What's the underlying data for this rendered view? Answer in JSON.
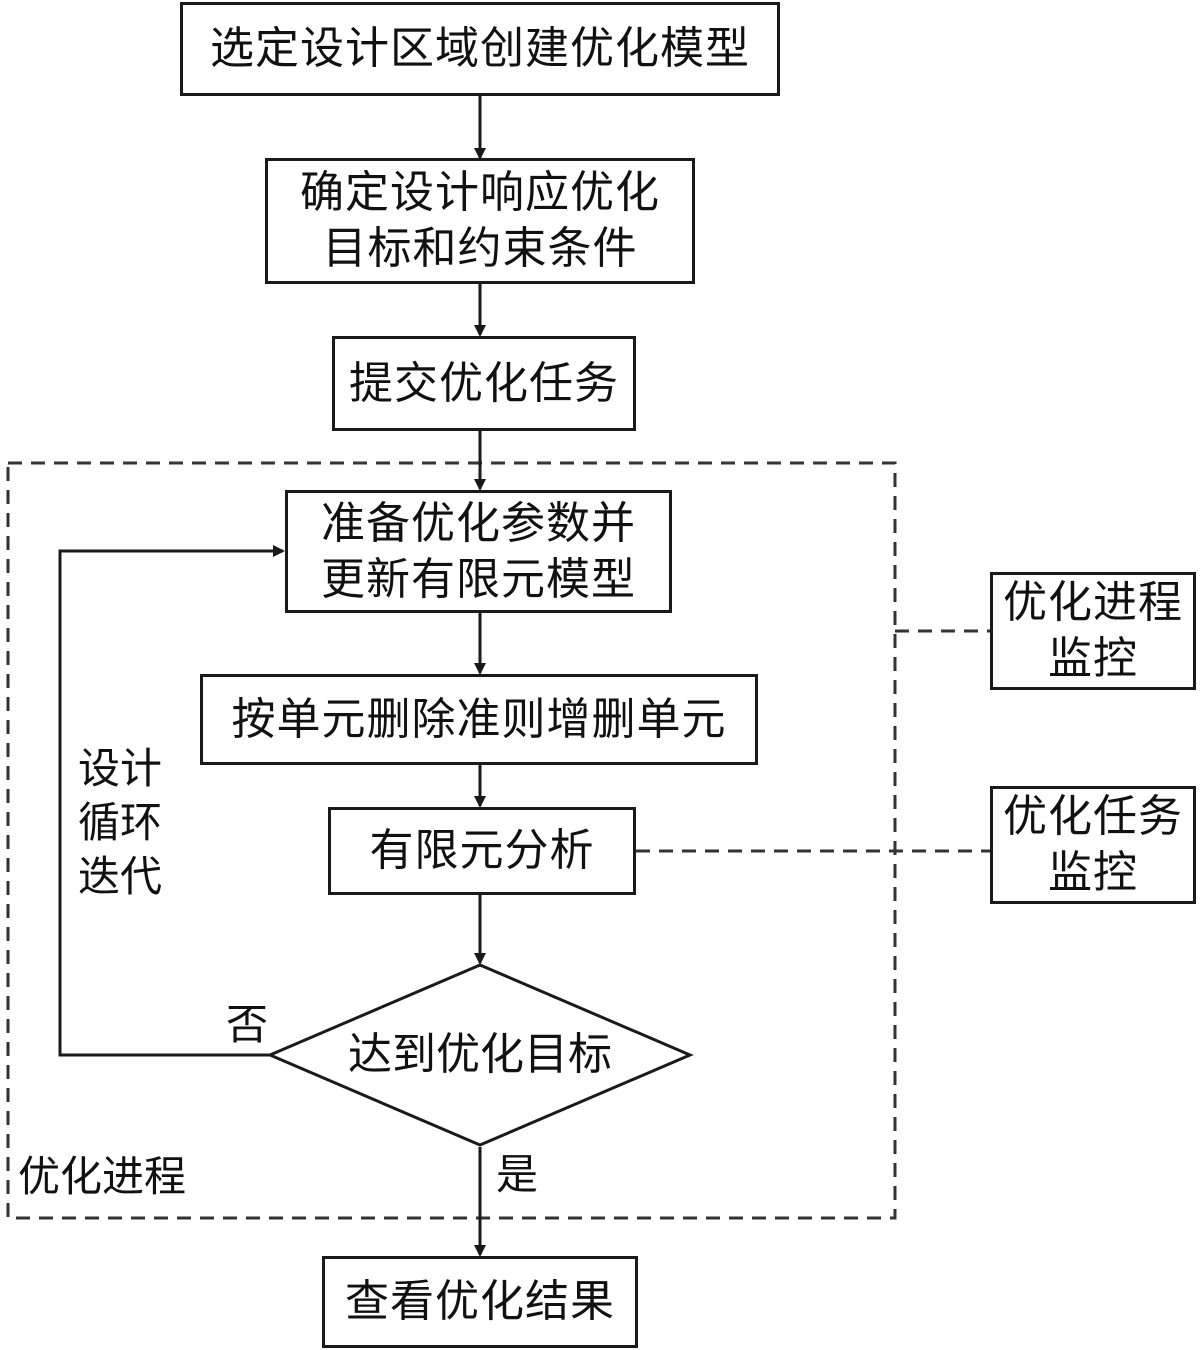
{
  "flow": {
    "step1": "选定设计区域创建优化模型",
    "step2_line1": "确定设计响应优化",
    "step2_line2": "目标和约束条件",
    "step3": "提交优化任务",
    "step4_line1": "准备优化参数并",
    "step4_line2": "更新有限元模型",
    "step5": "按单元删除准则增删单元",
    "step6": "有限元分析",
    "decision": "达到优化目标",
    "result": "查看优化结果"
  },
  "branches": {
    "no": "否",
    "yes": "是"
  },
  "loop_label": {
    "line1": "设计",
    "line2": "循环",
    "line3": "迭代"
  },
  "region_label": "优化进程",
  "monitors": {
    "process_line1": "优化进程",
    "process_line2": "监控",
    "task_line1": "优化任务",
    "task_line2": "监控"
  },
  "colors": {
    "stroke": "#1a1a1a",
    "background": "#ffffff"
  }
}
